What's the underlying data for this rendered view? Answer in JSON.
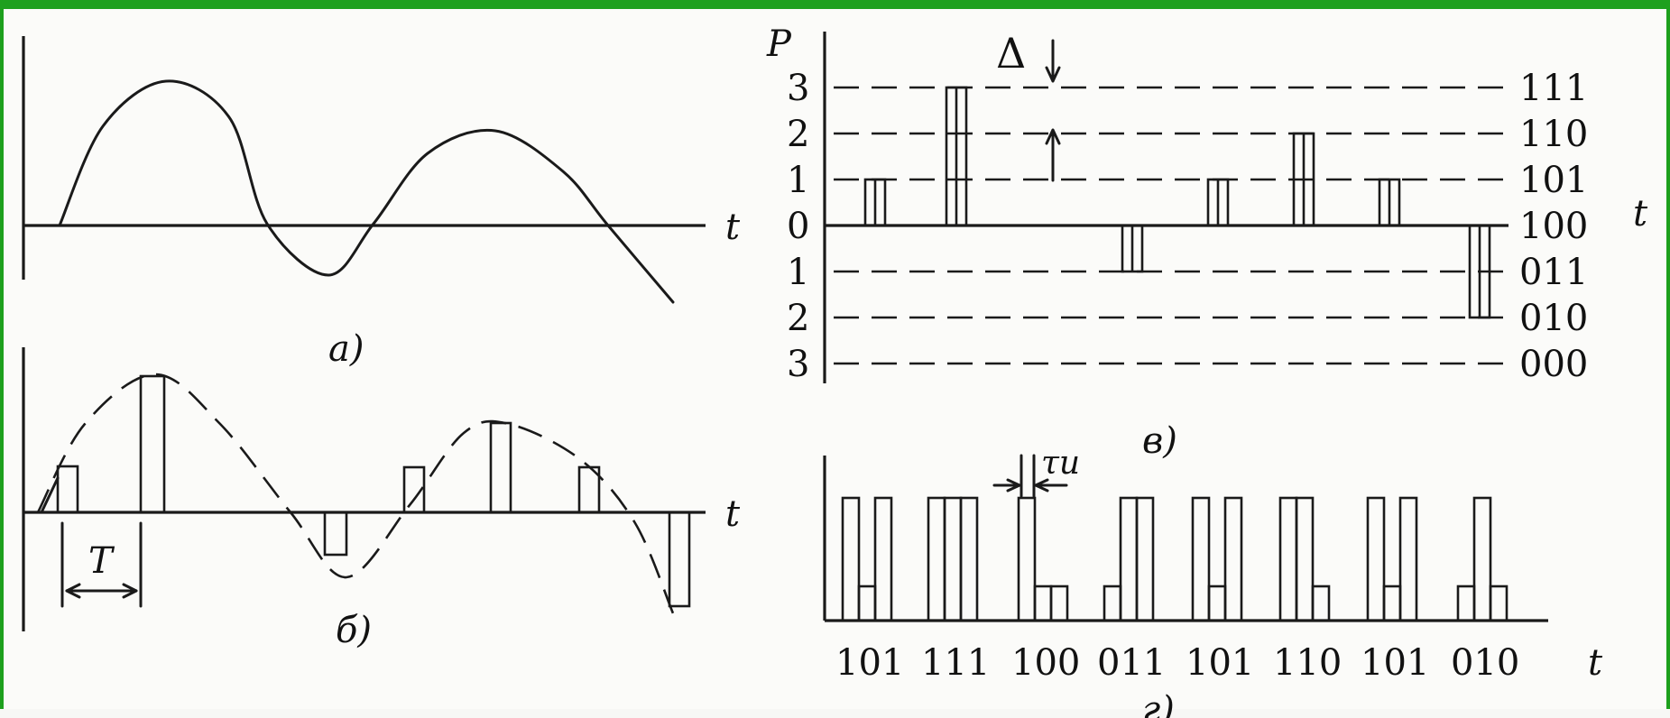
{
  "colors": {
    "frame": "#1ea01e",
    "ink": "#1a1a1a",
    "paper": "#fbfbf9"
  },
  "panel_a": {
    "caption": "а)",
    "t_label": "t"
  },
  "panel_b": {
    "caption": "б)",
    "t_label": "t",
    "period_label": "T"
  },
  "panel_v": {
    "caption": "в)",
    "axis_label": "P",
    "t_label": "t",
    "delta_label": "Δ",
    "levels": [
      {
        "value": 3,
        "label": "3",
        "code": "111"
      },
      {
        "value": 2,
        "label": "2",
        "code": "110"
      },
      {
        "value": 1,
        "label": "1",
        "code": "101"
      },
      {
        "value": 0,
        "label": "0",
        "code": "100"
      },
      {
        "value": -1,
        "label": "1",
        "code": "011"
      },
      {
        "value": -2,
        "label": "2",
        "code": "010"
      },
      {
        "value": -3,
        "label": "3",
        "code": "000"
      }
    ],
    "samples": [
      1,
      3,
      -1,
      1,
      2,
      1,
      -2
    ]
  },
  "panel_g": {
    "caption": "г)",
    "t_label": "t",
    "tau_label": "τи",
    "codes": [
      "101",
      "111",
      "100",
      "011",
      "101",
      "110",
      "101",
      "010"
    ]
  }
}
